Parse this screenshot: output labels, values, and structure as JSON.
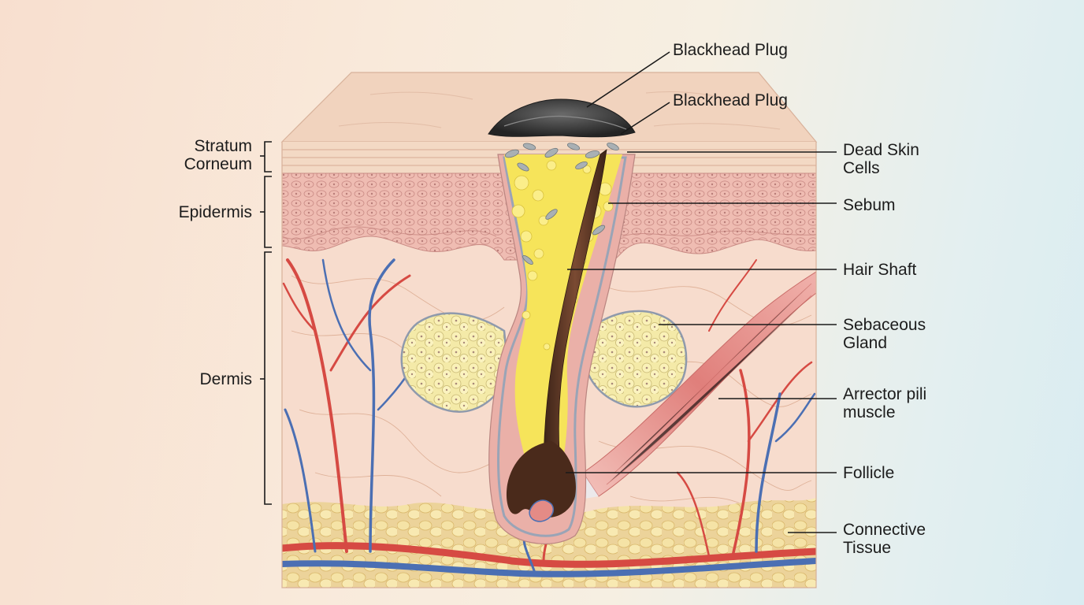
{
  "labels": {
    "blackhead_plug_top": "Blackhead Plug",
    "blackhead_plug_bottom": "Blackhead Plug",
    "dead_skin_cells": [
      "Dead Skin",
      "Cells"
    ],
    "sebum": "Sebum",
    "hair_shaft": "Hair Shaft",
    "sebaceous_gland": [
      "Sebaceous",
      "Gland"
    ],
    "arrector_pili_muscle": [
      "Arrector pili",
      "muscle"
    ],
    "follicle": "Follicle",
    "connective_tissue": [
      "Connective",
      "Tissue"
    ]
  },
  "layers": {
    "stratum_corneum": [
      "Stratum",
      "Corneum"
    ],
    "epidermis": "Epidermis",
    "dermis": "Dermis"
  },
  "colors": {
    "skin_surface": "#f1d3be",
    "epidermis": "#eeb7ae",
    "dermis": "#f7dccd",
    "sebum": "#f6e45a",
    "hair": "#5a3524",
    "plug": "#3c3c3c",
    "artery": "#d64a43",
    "vein": "#4b6fb3",
    "fat": "#f3db8c",
    "muscle": "#e58a86"
  }
}
